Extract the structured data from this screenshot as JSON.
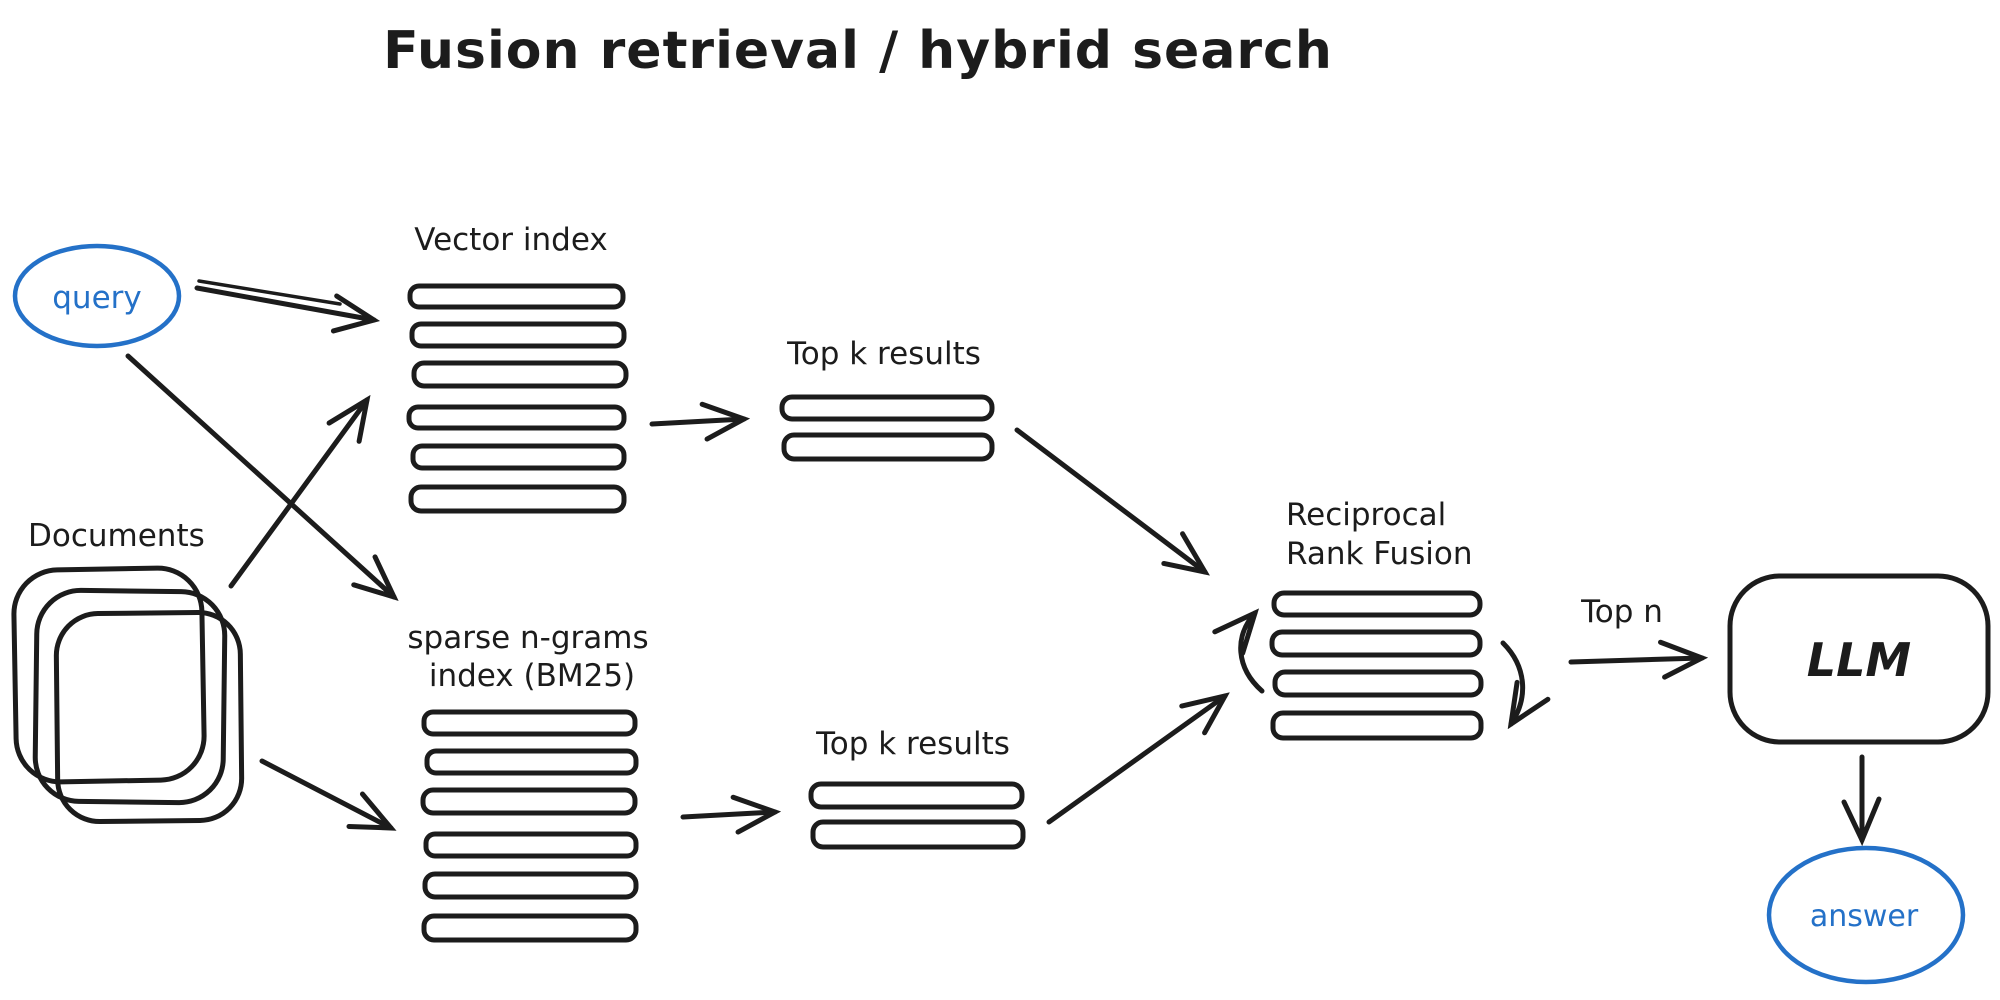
{
  "title": "Fusion retrieval / hybrid search",
  "colors": {
    "ink": "#1c1c1c",
    "accent_blue": "#2471c8",
    "background": "#ffffff"
  },
  "nodes": {
    "query": {
      "label": "query",
      "shape": "ellipse",
      "stroke": "#2471c8"
    },
    "documents": {
      "label": "Documents",
      "shape": "stacked-documents",
      "stack_count": 3
    },
    "vector_index": {
      "label": "Vector index",
      "shape": "bar-stack",
      "bar_count": 6
    },
    "sparse_index": {
      "label_line1": "sparse n-grams",
      "label_line2": "index (BM25)",
      "shape": "bar-stack",
      "bar_count": 6
    },
    "top_k_vector": {
      "label": "Top k results",
      "shape": "bar-stack",
      "bar_count": 2
    },
    "top_k_sparse": {
      "label": "Top k results",
      "shape": "bar-stack",
      "bar_count": 2
    },
    "rrf": {
      "label_line1": "Reciprocal",
      "label_line2": "Rank Fusion",
      "shape": "bar-stack",
      "bar_count": 4,
      "has_cycle_arrows": true
    },
    "llm": {
      "label": "LLM",
      "shape": "rounded-rect"
    },
    "answer": {
      "label": "answer",
      "shape": "ellipse",
      "stroke": "#2471c8"
    }
  },
  "edges": [
    {
      "from": "query",
      "to": "vector_index"
    },
    {
      "from": "query",
      "to": "sparse_index"
    },
    {
      "from": "documents",
      "to": "vector_index"
    },
    {
      "from": "documents",
      "to": "sparse_index"
    },
    {
      "from": "vector_index",
      "to": "top_k_vector"
    },
    {
      "from": "sparse_index",
      "to": "top_k_sparse"
    },
    {
      "from": "top_k_vector",
      "to": "rrf"
    },
    {
      "from": "top_k_sparse",
      "to": "rrf"
    },
    {
      "from": "rrf",
      "to": "llm",
      "label": "Top n"
    },
    {
      "from": "llm",
      "to": "answer"
    }
  ]
}
